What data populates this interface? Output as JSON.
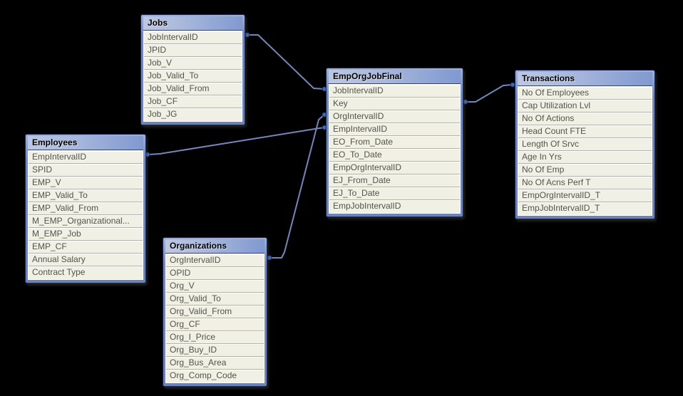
{
  "diagram": {
    "kind": "data-model-table-viewer",
    "background_color": "#000000",
    "wire_color": "#7487ba",
    "dot_color": "#4068b8",
    "dot_border_color": "#1c2f63",
    "header_gradient": [
      "#bcc7e2",
      "#8099d0"
    ],
    "row_background": "#f1f0e5",
    "row_text_color": "#54534b",
    "frame_color": "#7389bf"
  },
  "tables": [
    {
      "name": "Jobs",
      "fields": [
        "JobIntervalID",
        "JPID",
        "Job_V",
        "Job_Valid_To",
        "Job_Valid_From",
        "Job_CF",
        "Job_JG"
      ]
    },
    {
      "name": "Employees",
      "fields": [
        "EmpIntervalID",
        "SPID",
        "EMP_V",
        "EMP_Valid_To",
        "EMP_Valid_From",
        "M_EMP_Organizational...",
        "M_EMP_Job",
        "EMP_CF",
        "Annual Salary",
        "Contract Type"
      ]
    },
    {
      "name": "Organizations",
      "fields": [
        "OrgIntervalID",
        "OPID",
        "Org_V",
        "Org_Valid_To",
        "Org_Valid_From",
        "Org_CF",
        "Org_I_Price",
        "Org_Buy_ID",
        "Org_Bus_Area",
        "Org_Comp_Code"
      ]
    },
    {
      "name": "EmpOrgJobFinal",
      "fields": [
        "JobIntervalID",
        "Key",
        "OrgIntervalID",
        "EmpIntervalID",
        "EO_From_Date",
        "EO_To_Date",
        "EmpOrgIntervalID",
        "EJ_From_Date",
        "EJ_To_Date",
        "EmpJobIntervalID"
      ]
    },
    {
      "name": "Transactions",
      "fields": [
        "No Of Employees",
        "Cap Utilization Lvl",
        "No Of Actions",
        "Head Count FTE",
        "Length Of Srvc",
        "Age In Yrs",
        "No Of Emp",
        "No Of Acns Perf T",
        "EmpOrgIntervalID_T",
        "EmpJobIntervalID_T"
      ]
    }
  ],
  "connections": [
    {
      "from": "Jobs.JobIntervalID",
      "to": "EmpOrgJobFinal.JobIntervalID"
    },
    {
      "from": "Employees.EmpIntervalID",
      "to": "EmpOrgJobFinal.EmpIntervalID"
    },
    {
      "from": "Organizations.OrgIntervalID",
      "to": "EmpOrgJobFinal.OrgIntervalID"
    },
    {
      "from": "EmpOrgJobFinal.Key",
      "to": "Transactions"
    }
  ]
}
